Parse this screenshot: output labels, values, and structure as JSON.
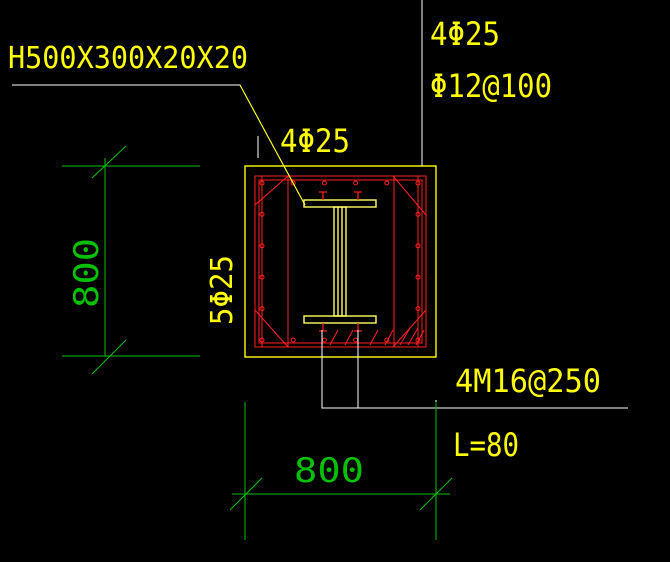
{
  "colors": {
    "background": "#000000",
    "annotation": "#ffff00",
    "rebar": "#ff2020",
    "dimension": "#00c000",
    "steel": "#ffff60"
  },
  "labels": {
    "section_steel": "H500X300X20X20",
    "top_bars_column": "4Φ25",
    "stirrup_column": "Φ12@100",
    "top_bars_section": "4Φ25",
    "side_bars": "5Φ25",
    "anchor_bolts": "4M16@250",
    "bolt_length": "L=80"
  },
  "dimensions": {
    "height": "800",
    "width": "800"
  }
}
